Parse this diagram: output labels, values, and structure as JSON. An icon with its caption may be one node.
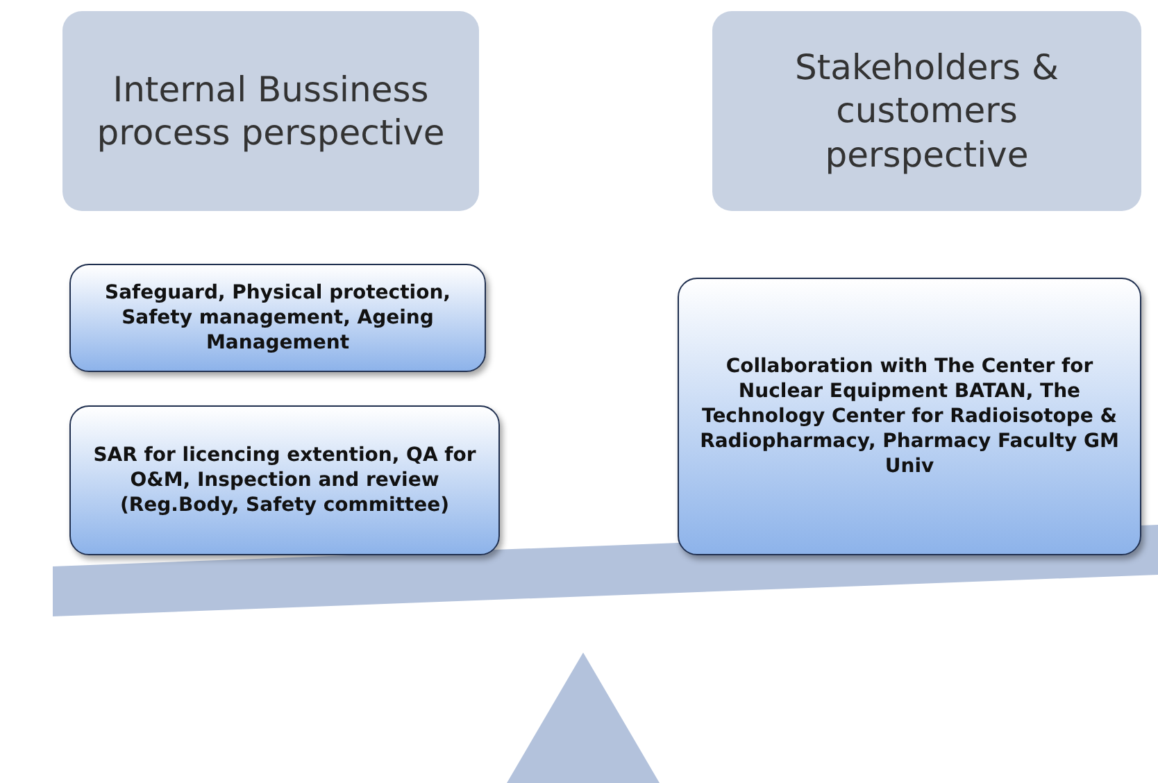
{
  "diagram": {
    "nodes": [
      {
        "text": [
          "Internal Bussiness process perspective"
        ]
      },
      {
        "text": [
          "Stakeholders & customers perspective"
        ]
      },
      {
        "text": [
          "Safeguard, Physical protection, Safety management, Ageing Management"
        ]
      },
      {
        "text": [
          "SAR for licencing extention, QA for O&M, Inspection and review (Reg.Body, Safety committee)"
        ]
      },
      {
        "text": [
          "Collaboration with The Center for Nuclear Equipment BATAN, The Technology Center for Radioisotope & Radiopharmacy, Pharmacy Faculty GM Univ"
        ]
      }
    ]
  }
}
